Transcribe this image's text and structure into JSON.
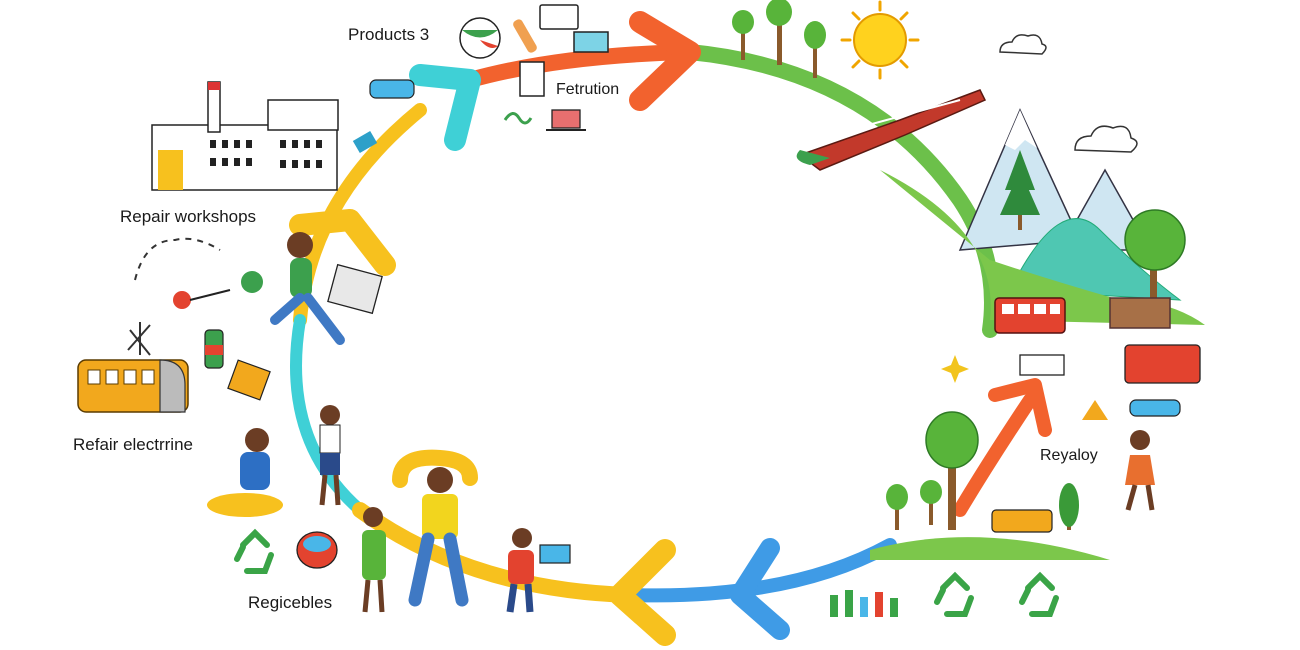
{
  "labels": {
    "products": "Products 3",
    "fetrution": "Fetrution",
    "repair_workshops": "Repair workshops",
    "refair_electrrine": "Refair electrrine",
    "regicebles": "Regicebles",
    "reyaloy": "Reyaloy"
  },
  "colors": {
    "arc_green": "#6cc04a",
    "arc_orange": "#f2622e",
    "arc_cyan": "#3fd0d6",
    "arc_yellow": "#f7c11e",
    "arc_blue": "#3f9be6",
    "sun": "#ffd21e",
    "grass": "#7cc74b",
    "tree": "#58b43a",
    "trunk": "#8a5a2b",
    "recycle": "#3aa447",
    "sky_blue": "#5bb3e8"
  },
  "icons": [
    "sun-icon",
    "cloud-icon",
    "factory-icon",
    "bus-icon",
    "recycle-icon",
    "tree-icon",
    "mountain-icon",
    "laptop-icon",
    "monitor-icon",
    "guitar-icon"
  ]
}
